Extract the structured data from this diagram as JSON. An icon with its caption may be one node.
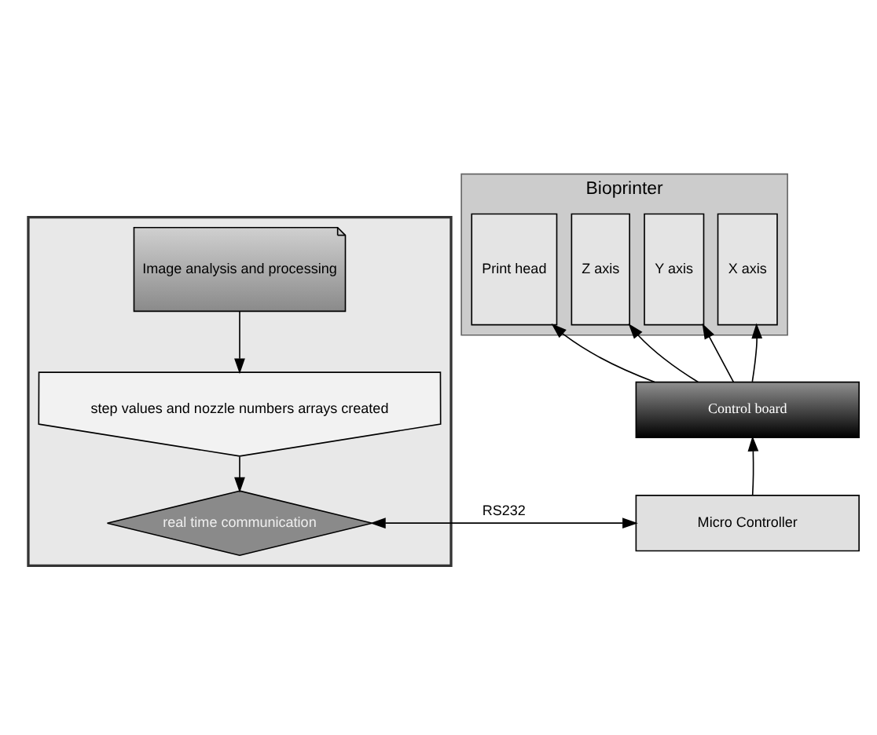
{
  "diagram": {
    "nodes": [
      {
        "text": [],
        "shape": "box"
      },
      {
        "text": [
          "Image analysis and processing"
        ],
        "in": 0
      },
      {
        "text": [
          "step values and nozzle numbers arrays created"
        ],
        "in": 0
      },
      {
        "text": [
          "real time communication"
        ],
        "in": 0
      },
      {
        "text": [
          "Bioprinter"
        ]
      },
      {
        "text": [
          "X axis"
        ],
        "in": 4
      },
      {
        "text": [
          "Y axis"
        ],
        "in": 4
      },
      {
        "text": [
          "Z axis"
        ],
        "in": 4
      },
      {
        "text": [
          "Print head"
        ],
        "in": 4
      },
      {
        "text": [
          "Control board"
        ]
      },
      {
        "text": [
          "Micro Controller"
        ]
      }
    ],
    "edges": [
      {
        "from": 1,
        "to": 2,
        "arrow": "to"
      },
      {
        "from": 2,
        "to": 3,
        "arrow": "to"
      },
      {
        "from": 9,
        "to": 5,
        "arrow": "to"
      },
      {
        "from": 9,
        "to": 6,
        "arrow": "to"
      },
      {
        "from": 9,
        "to": 7,
        "arrow": "to"
      },
      {
        "from": 9,
        "to": 8,
        "arrow": "to"
      },
      {
        "from": 10,
        "to": 9,
        "arrow": "to"
      },
      {
        "from": 3,
        "to": 10,
        "arrow": "both",
        "label": "RS232"
      }
    ]
  }
}
